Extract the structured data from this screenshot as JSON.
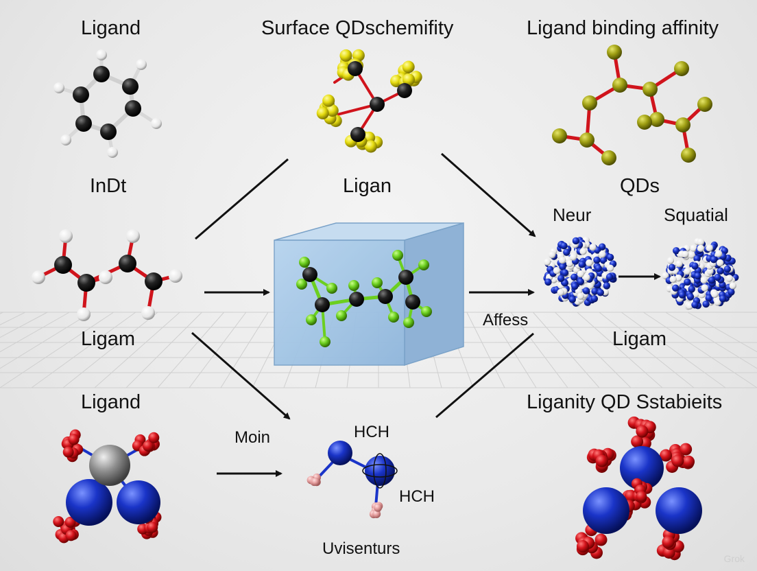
{
  "labels": {
    "top_left_title": "Ligand",
    "top_center_title": "Surface QDschemifity",
    "top_right_title": "Ligand binding affinity",
    "top_left_caption": "InDt",
    "top_center_caption": "Ligan",
    "top_right_caption": "QDs",
    "mid_neur": "Neur",
    "mid_squatial": "Squatial",
    "mid_left_caption": "Ligam",
    "mid_affess": "Affess",
    "mid_right_caption": "Ligam",
    "bottom_left_title": "Ligand",
    "bottom_moin": "Moin",
    "bottom_hch_top": "HCH",
    "bottom_hch_bottom": "HCH",
    "bottom_center_caption": "Uvisenturs",
    "bottom_right_title": "Liganity QD Sstabieits"
  },
  "watermark": "Grok",
  "colors": {
    "carbon": "#161616",
    "hydrogen": "#f2f2f2",
    "oxygen": "#d0141c",
    "sulfur": "#e4dc10",
    "olive": "#9a9a12",
    "fluorine": "#6cd020",
    "blue_atom": "#1a34c8",
    "metal": "#8e8e8e",
    "pink": "#e6a0a0",
    "box_fill": "#a9cae6",
    "arrow": "#111111"
  }
}
